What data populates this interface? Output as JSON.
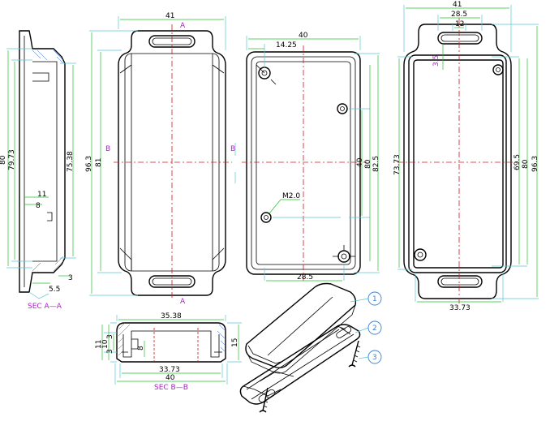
{
  "section_aa": {
    "dims": [
      "80",
      "79.73",
      "75.38",
      "11",
      "8",
      "5.5",
      "3"
    ],
    "caption": "SEC A—A"
  },
  "front_view": {
    "width": "41",
    "height_outer": "96.3",
    "height_inner": "81",
    "marker_a": "A",
    "marker_b": "B"
  },
  "inside_view": {
    "width": "40",
    "offset": "14.25",
    "height_outer": "82.5",
    "height_inner": "80",
    "height_mid": "40",
    "bottom_width": "28.5",
    "screw_label": "M2.0"
  },
  "back_view": {
    "width": "41",
    "slot_width": "28.5",
    "slot_inner": "12",
    "hole_offset": "3.5",
    "height_left": "73.73",
    "height_right_1": "69.5",
    "height_right_2": "80",
    "height_right_3": "96.3",
    "bottom_width": "33.73"
  },
  "section_bb": {
    "top_width": "35.38",
    "bottom_width_1": "33.73",
    "bottom_width_2": "40",
    "dims_left": [
      "11",
      "10",
      "3",
      "3"
    ],
    "dim_inner": "8",
    "dim_right": "15",
    "caption": "SEC B—B"
  },
  "exploded_view": {
    "balloons": [
      "1",
      "2",
      "3"
    ]
  }
}
